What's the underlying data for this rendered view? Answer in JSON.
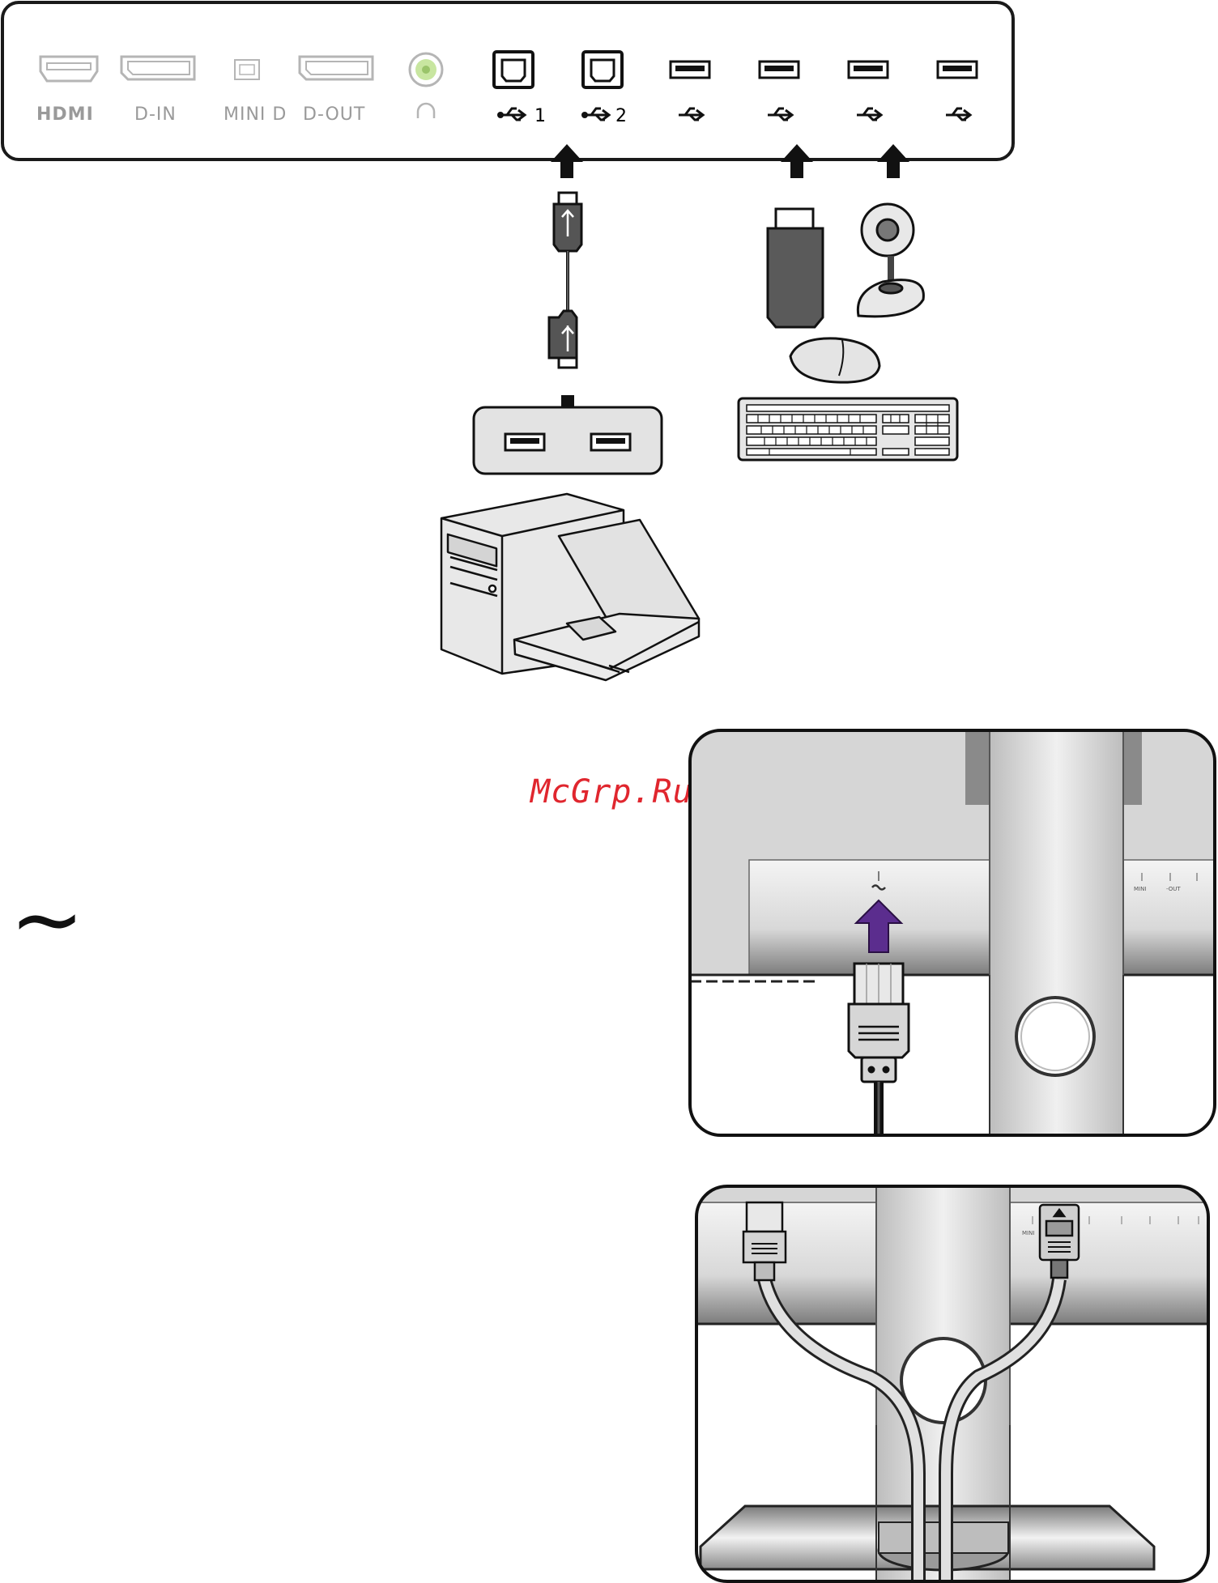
{
  "watermark": "McGrp.Ru",
  "ac_symbol": "~",
  "ports": {
    "hdmi": "HDMI",
    "dp_in": "D-IN",
    "mini_dp": "MINI D",
    "dp_out": "D-OUT",
    "usb_up_1": "1",
    "usb_up_2": "2"
  },
  "small_labels": {
    "mini": "MINI",
    "out": "-OUT"
  },
  "colors": {
    "accent_arrow": "#5b2d8e",
    "headphone_ring": "#c8e6a0"
  }
}
